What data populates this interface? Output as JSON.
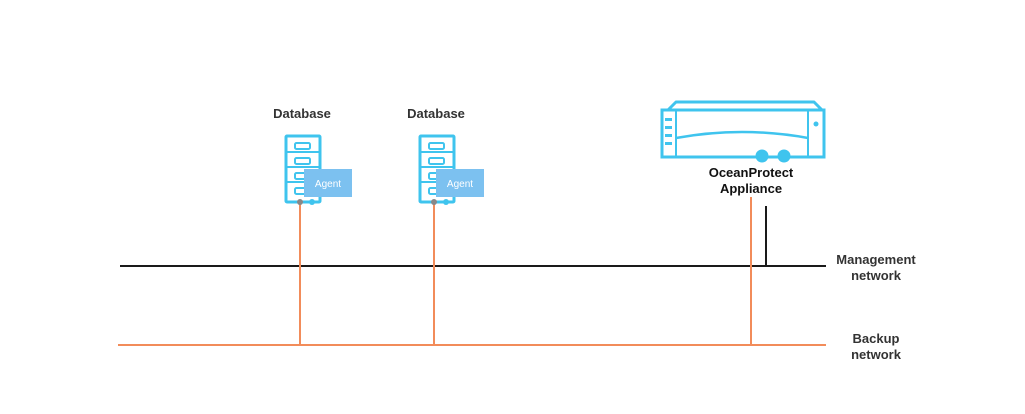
{
  "colors": {
    "device": "#3fc4ee",
    "agent_box": "#7cc1f0",
    "management_line": "#1a1a1a",
    "backup_line": "#f28c5a",
    "connector_dot": "#888888",
    "text": "#333333"
  },
  "nodes": {
    "database_1": {
      "label": "Database",
      "agent_label": "Agent",
      "icon": "database-server-icon"
    },
    "database_2": {
      "label": "Database",
      "agent_label": "Agent",
      "icon": "database-server-icon"
    },
    "appliance": {
      "label_line1": "OceanProtect",
      "label_line2": "Appliance",
      "icon": "storage-appliance-icon"
    }
  },
  "networks": {
    "management": {
      "label_line1": "Management",
      "label_line2": "network"
    },
    "backup": {
      "label_line1": "Backup",
      "label_line2": "network"
    }
  }
}
